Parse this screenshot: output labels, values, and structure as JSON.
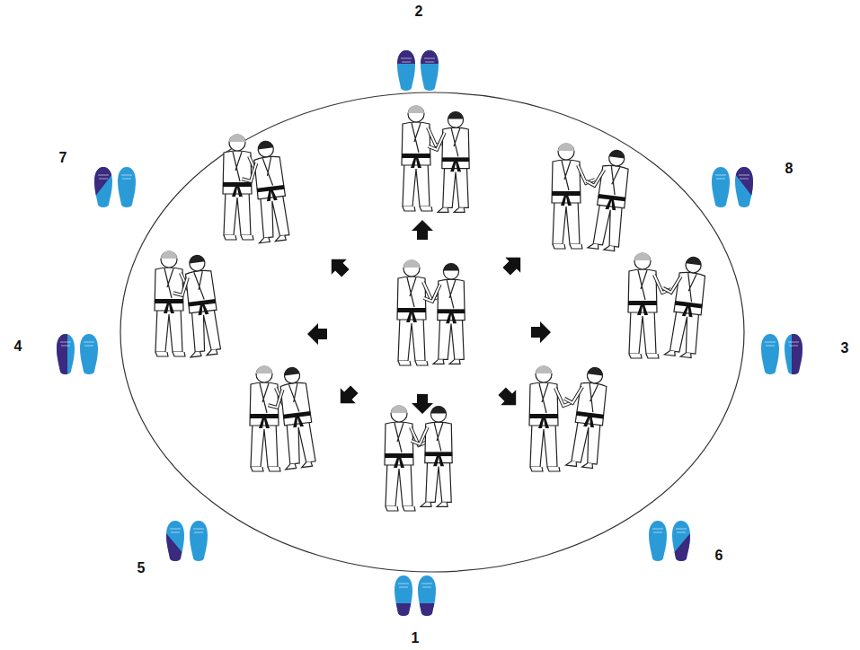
{
  "diagram": {
    "labels": [
      "2",
      "7",
      "8",
      "4",
      "3",
      "5",
      "6",
      "1"
    ]
  }
}
